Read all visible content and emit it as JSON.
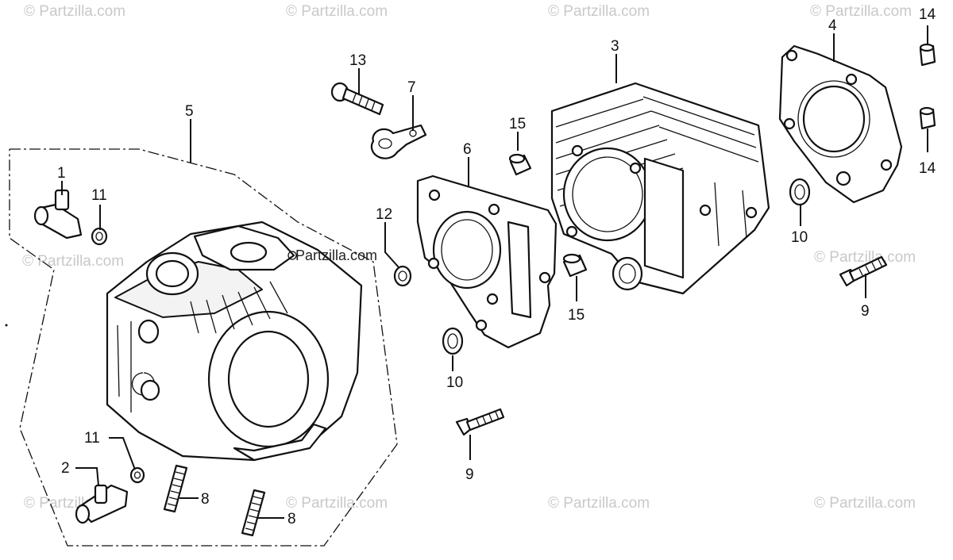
{
  "watermark": "© Partzilla.com",
  "inline_brand": "Partzilla.com",
  "callouts": {
    "c1": "1",
    "c2": "2",
    "c3": "3",
    "c4": "4",
    "c5": "5",
    "c6": "6",
    "c7": "7",
    "c8a": "8",
    "c8b": "8",
    "c9a": "9",
    "c9b": "9",
    "c10a": "10",
    "c10b": "10",
    "c11a": "11",
    "c11b": "11",
    "c12": "12",
    "c13": "13",
    "c14a": "14",
    "c14b": "14",
    "c15a": "15",
    "c15b": "15"
  }
}
